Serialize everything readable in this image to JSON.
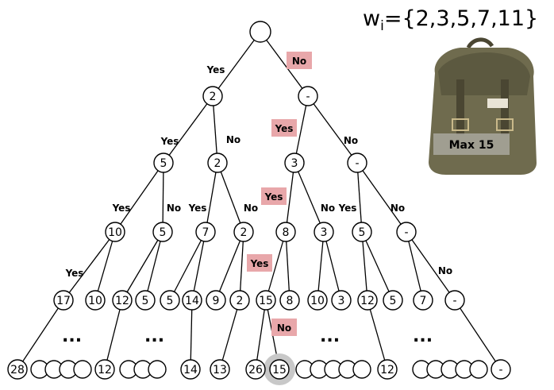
{
  "weights": {
    "symbol": "w",
    "subscript": "i",
    "set": "={2,3,5,7,11}"
  },
  "backpack_caption": "Max 15",
  "tree": {
    "root": "",
    "level1": [
      "2",
      "-"
    ],
    "level2": [
      "5",
      "2",
      "3",
      "-"
    ],
    "level3": [
      "10",
      "5",
      "7",
      "2",
      "8",
      "3",
      "5",
      "-"
    ],
    "level4": [
      "17",
      "10",
      "12",
      "5",
      "5",
      "14",
      "9",
      "2",
      "15",
      "8",
      "10",
      "3",
      "12",
      "5",
      "7",
      "-"
    ],
    "leaves": [
      "28",
      "12",
      "14",
      "13",
      "26",
      "15",
      "12",
      "-"
    ],
    "ellipsis": "..."
  },
  "edge_labels": {
    "yes": "Yes",
    "no": "No"
  },
  "colors": {
    "highlight": "#e8a7aa",
    "highlight_circle": "#c8c8c8",
    "backpack": "#6f6b4e"
  }
}
